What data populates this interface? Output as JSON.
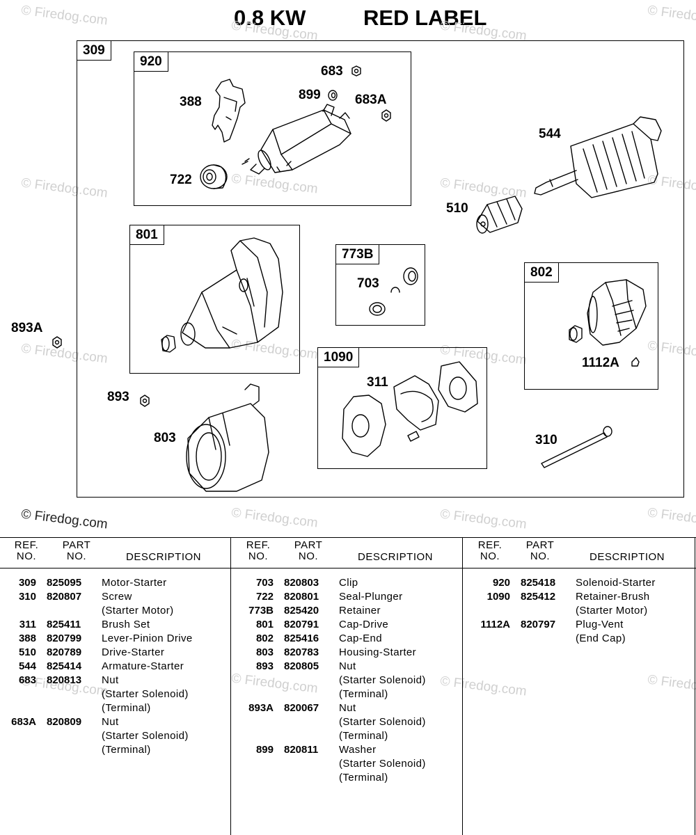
{
  "title": {
    "power": "0.8 KW",
    "label": "RED LABEL"
  },
  "watermark": "© Firedog.com",
  "boxes": {
    "outer": "309",
    "solenoid": "920",
    "drive_cap": "801",
    "retainer": "773B",
    "end_cap": "802",
    "brush_retainer": "1090"
  },
  "callouts": {
    "c683": "683",
    "c899": "899",
    "c683a": "683A",
    "c388": "388",
    "c722": "722",
    "c544": "544",
    "c510": "510",
    "c703": "703",
    "c893a": "893A",
    "c1112a": "1112A",
    "c311": "311",
    "c893": "893",
    "c803": "803",
    "c310": "310"
  },
  "table": {
    "headers": {
      "ref": "REF.\nNO.",
      "part": "PART\nNO.",
      "desc": "DESCRIPTION"
    },
    "columns": [
      [
        {
          "ref": "309",
          "part": "825095",
          "desc": "Motor-Starter"
        },
        {
          "ref": "310",
          "part": "820807",
          "desc": "Screw"
        },
        {
          "ref": "",
          "part": "",
          "desc": "(Starter Motor)"
        },
        {
          "ref": "311",
          "part": "825411",
          "desc": "Brush Set"
        },
        {
          "ref": "388",
          "part": "820799",
          "desc": "Lever-Pinion Drive"
        },
        {
          "ref": "510",
          "part": "820789",
          "desc": "Drive-Starter"
        },
        {
          "ref": "544",
          "part": "825414",
          "desc": "Armature-Starter"
        },
        {
          "ref": "683",
          "part": "820813",
          "desc": "Nut"
        },
        {
          "ref": "",
          "part": "",
          "desc": "(Starter Solenoid)"
        },
        {
          "ref": "",
          "part": "",
          "desc": "(Terminal)"
        },
        {
          "ref": "683A",
          "part": "820809",
          "desc": "Nut"
        },
        {
          "ref": "",
          "part": "",
          "desc": "(Starter Solenoid)"
        },
        {
          "ref": "",
          "part": "",
          "desc": "(Terminal)"
        }
      ],
      [
        {
          "ref": "703",
          "part": "820803",
          "desc": "Clip"
        },
        {
          "ref": "722",
          "part": "820801",
          "desc": "Seal-Plunger"
        },
        {
          "ref": "773B",
          "part": "825420",
          "desc": "Retainer"
        },
        {
          "ref": "801",
          "part": "820791",
          "desc": "Cap-Drive"
        },
        {
          "ref": "802",
          "part": "825416",
          "desc": "Cap-End"
        },
        {
          "ref": "803",
          "part": "820783",
          "desc": "Housing-Starter"
        },
        {
          "ref": "893",
          "part": "820805",
          "desc": "Nut"
        },
        {
          "ref": "",
          "part": "",
          "desc": "(Starter Solenoid)"
        },
        {
          "ref": "",
          "part": "",
          "desc": "(Terminal)"
        },
        {
          "ref": "893A",
          "part": "820067",
          "desc": "Nut"
        },
        {
          "ref": "",
          "part": "",
          "desc": "(Starter Solenoid)"
        },
        {
          "ref": "",
          "part": "",
          "desc": "(Terminal)"
        },
        {
          "ref": "899",
          "part": "820811",
          "desc": "Washer"
        },
        {
          "ref": "",
          "part": "",
          "desc": "(Starter Solenoid)"
        },
        {
          "ref": "",
          "part": "",
          "desc": "(Terminal)"
        }
      ],
      [
        {
          "ref": "920",
          "part": "825418",
          "desc": "Solenoid-Starter"
        },
        {
          "ref": "1090",
          "part": "825412",
          "desc": "Retainer-Brush"
        },
        {
          "ref": "",
          "part": "",
          "desc": "(Starter Motor)"
        },
        {
          "ref": "1112A",
          "part": "820797",
          "desc": "Plug-Vent"
        },
        {
          "ref": "",
          "part": "",
          "desc": "(End Cap)"
        }
      ]
    ]
  }
}
